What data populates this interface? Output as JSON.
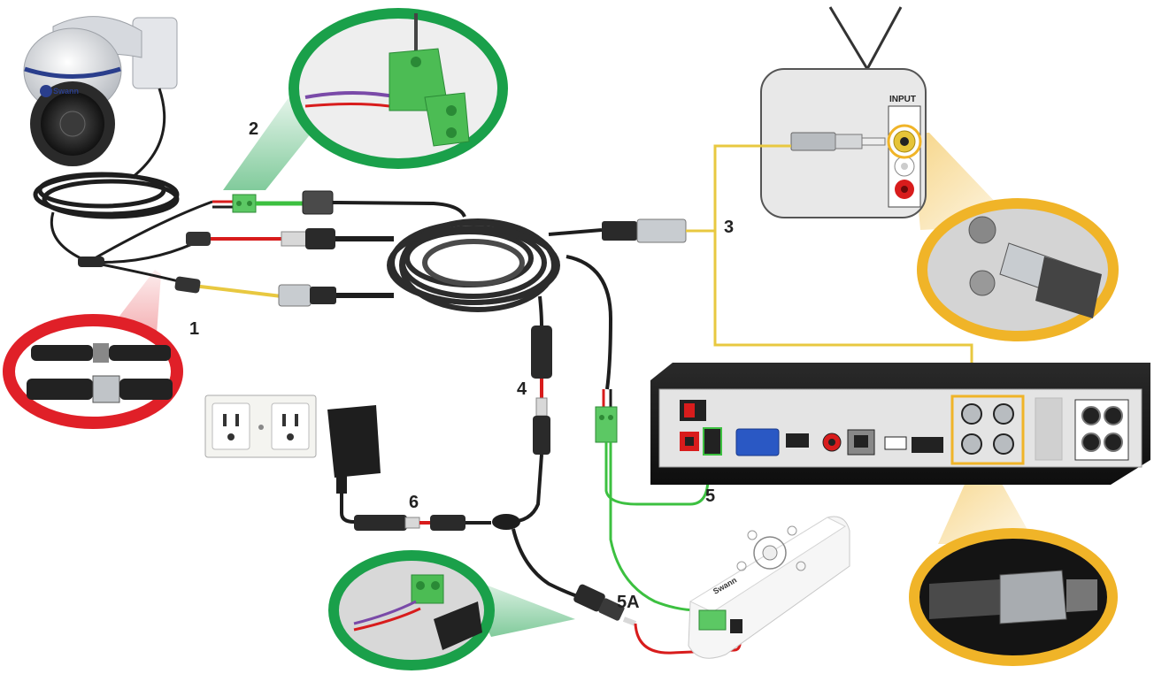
{
  "labels": {
    "step1": "1",
    "step2": "2",
    "step3": "3",
    "step4": "4",
    "step5": "5",
    "step5a": "5A",
    "step6": "6"
  },
  "tv": {
    "input_label": "INPUT"
  },
  "brand": {
    "camera": "Swann",
    "controller": "Swann"
  },
  "colors": {
    "yellow_callout": "#f0b428",
    "green_callout": "#1aa04a",
    "red_callout": "#e02028",
    "video_wire": "#e8c840",
    "power_wire": "#d81c1c",
    "data_wire": "#3cc040",
    "cable": "#222222"
  },
  "icons": [
    "ptz-camera-icon",
    "wall-outlet-icon",
    "power-adapter-icon",
    "tv-icon",
    "dvr-icon",
    "ptz-controller-icon",
    "bnc-connector-icon",
    "terminal-block-icon"
  ]
}
